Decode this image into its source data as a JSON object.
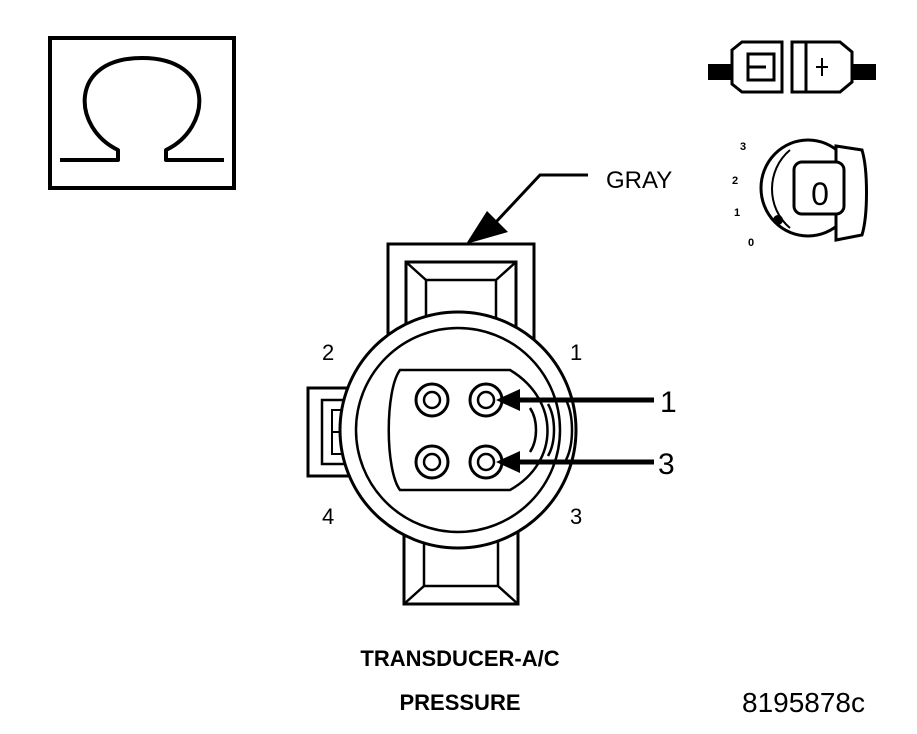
{
  "wire_color": "GRAY",
  "cavity_labels": {
    "top_left": "2",
    "top_right": "1",
    "bottom_left": "4",
    "bottom_right": "3"
  },
  "callouts": [
    "1",
    "3"
  ],
  "key_positions": [
    "3",
    "2",
    "1",
    "0"
  ],
  "key_display": "0",
  "title": {
    "line1": "TRANSDUCER-A/C",
    "line2": "PRESSURE"
  },
  "figure_id": "8195878c",
  "icons": {
    "meter": "ohm-meter-icon",
    "connector": "disconnected-connector-icon",
    "ignition": "ignition-key-off-icon"
  }
}
